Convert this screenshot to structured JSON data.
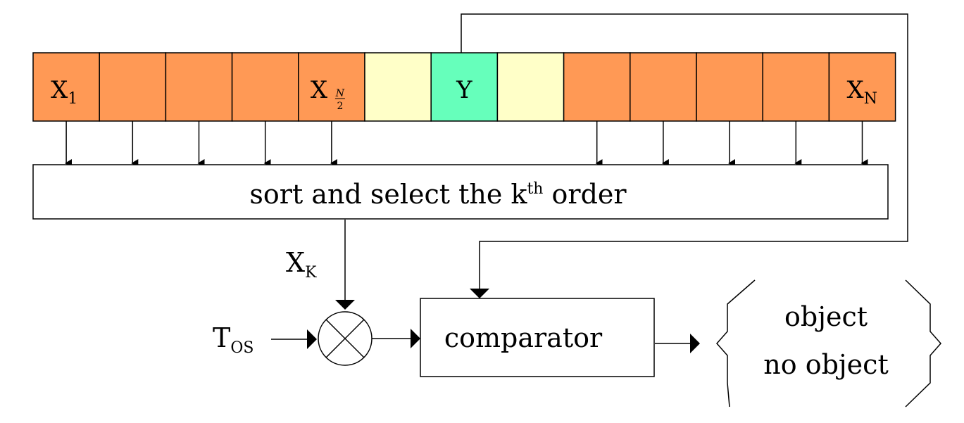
{
  "colors": {
    "sample_cell": "#FF9955",
    "guard_cell": "#FFFFC8",
    "test_cell": "#66FFBB",
    "line": "#000000",
    "background": "#FFFFFF"
  },
  "cells": [
    {
      "type": "sample",
      "label": "X",
      "sub": "1"
    },
    {
      "type": "sample",
      "label": "",
      "sub": ""
    },
    {
      "type": "sample",
      "label": "",
      "sub": ""
    },
    {
      "type": "sample",
      "label": "",
      "sub": ""
    },
    {
      "type": "sample",
      "label": "X",
      "sub": "",
      "frac_num": "N",
      "frac_den": "2"
    },
    {
      "type": "guard",
      "label": "",
      "sub": ""
    },
    {
      "type": "test",
      "label": "Y",
      "sub": ""
    },
    {
      "type": "guard",
      "label": "",
      "sub": ""
    },
    {
      "type": "sample",
      "label": "",
      "sub": ""
    },
    {
      "type": "sample",
      "label": "",
      "sub": ""
    },
    {
      "type": "sample",
      "label": "",
      "sub": ""
    },
    {
      "type": "sample",
      "label": "",
      "sub": ""
    },
    {
      "type": "sample",
      "label": "X",
      "sub": "N"
    }
  ],
  "sort_box": {
    "text_main": "sort and select the k",
    "text_sup": "th",
    "text_end": " order"
  },
  "xk_label": {
    "main": "X",
    "sub": "K"
  },
  "tos_label": {
    "main": "T",
    "sub": "OS"
  },
  "multiplier_icon": "multiplier-circle-cross",
  "comparator_label": "comparator",
  "outputs": [
    "object",
    "no object"
  ]
}
